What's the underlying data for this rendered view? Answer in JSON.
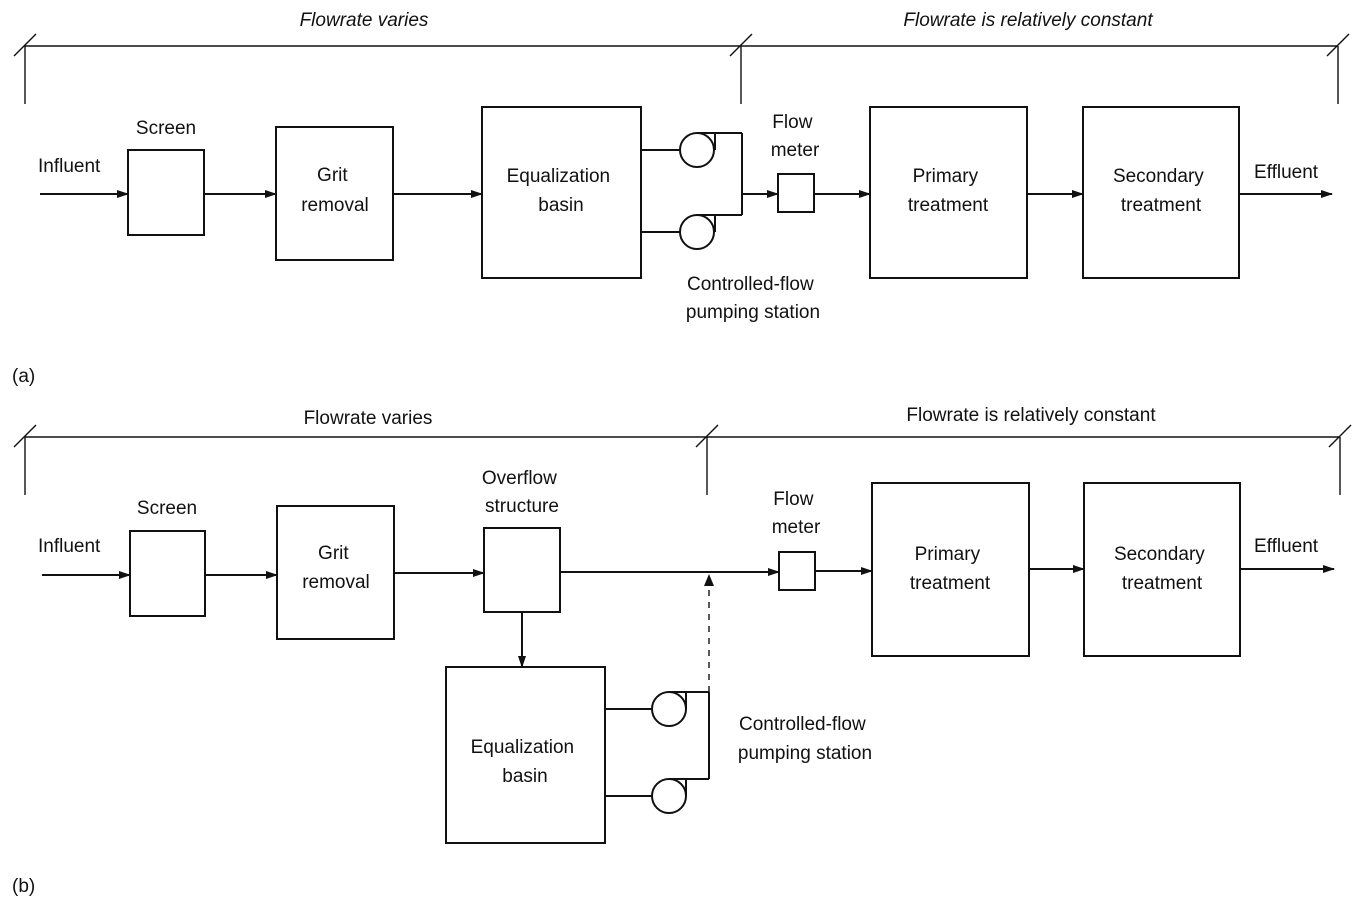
{
  "panel_a": {
    "label": "(a)",
    "flowrate_varies": "Flowrate varies",
    "flowrate_constant": "Flowrate is relatively constant",
    "influent": "Influent",
    "screen": "Screen",
    "grit": [
      "Grit",
      "removal"
    ],
    "equalization": [
      "Equalization",
      "basin"
    ],
    "flow_meter": [
      "Flow",
      "meter"
    ],
    "primary": [
      "Primary",
      "treatment"
    ],
    "secondary": [
      "Secondary",
      "treatment"
    ],
    "effluent": "Effluent",
    "pumping": [
      "Controlled-flow",
      "pumping station"
    ]
  },
  "panel_b": {
    "label": "(b)",
    "flowrate_varies": "Flowrate varies",
    "flowrate_constant": "Flowrate is relatively constant",
    "influent": "Influent",
    "screen": "Screen",
    "grit": [
      "Grit",
      "removal"
    ],
    "overflow": [
      "Overflow",
      "structure"
    ],
    "equalization": [
      "Equalization",
      "basin"
    ],
    "flow_meter": [
      "Flow",
      "meter"
    ],
    "primary": [
      "Primary",
      "treatment"
    ],
    "secondary": [
      "Secondary",
      "treatment"
    ],
    "effluent": "Effluent",
    "pumping": [
      "Controlled-flow",
      "pumping station"
    ]
  }
}
